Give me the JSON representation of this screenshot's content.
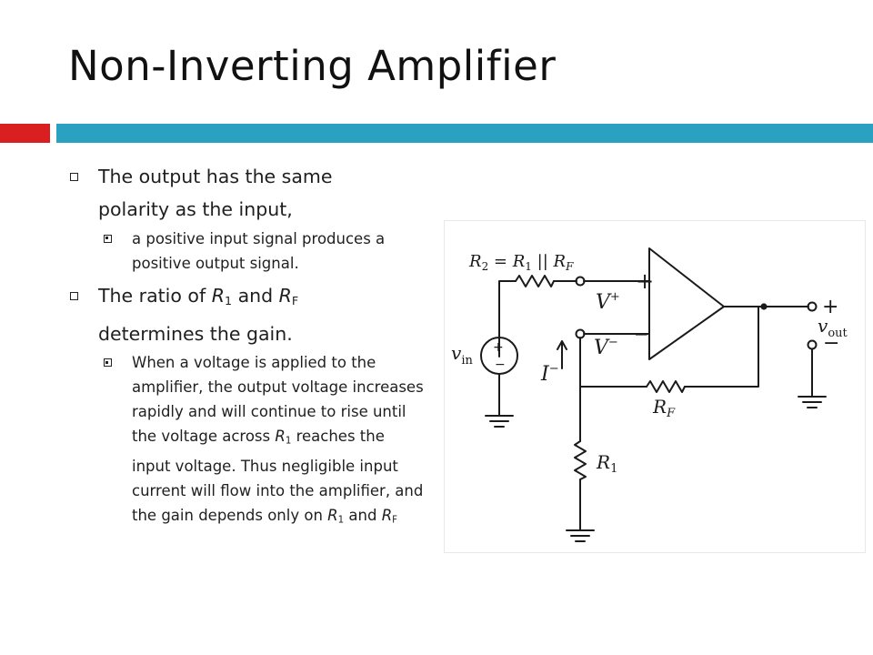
{
  "slide": {
    "title": "Non-Inverting Amplifier",
    "accent_colors": {
      "red": "#d91f1f",
      "blue": "#2aa1c0"
    }
  },
  "bullets": {
    "b1": "The output has the same polarity as the input,",
    "b1_sub": "a positive input signal produces a positive output signal.",
    "b2_pre": "The ratio of ",
    "b2_r1": "R",
    "b2_r1_sub": "1",
    "b2_and": " and ",
    "b2_rf": "R",
    "b2_rf_sub": "F",
    "b2_post": " determines the gain.",
    "b2_sub_pre": "When a voltage is applied to the amplifier, the output voltage increases rapidly and will continue to rise until the voltage across ",
    "b2_sub_r": "R",
    "b2_sub_r_sub": "1",
    "b2_sub_mid": " reaches the input voltage. Thus negligible input current will flow into the amplifier, and the gain depends only on ",
    "b2_sub_r1": "R",
    "b2_sub_r1_sub": "1",
    "b2_sub_and": " and ",
    "b2_sub_rf": "R",
    "b2_sub_rf_sub": "F"
  },
  "circuit": {
    "r2_eq_lhs": "R",
    "r2_eq_lhs_sub": "2",
    "r2_eq_mid": " = ",
    "r2_eq_r1": "R",
    "r2_eq_r1_sub": "1",
    "r2_eq_par": " || ",
    "r2_eq_rf": "R",
    "r2_eq_rf_sub": "F",
    "v_plus": "V",
    "v_plus_sup": "+",
    "v_minus": "V",
    "v_minus_sup": "−",
    "i_minus": "I",
    "i_minus_sup": "−",
    "v_in": "v",
    "v_in_sub": "in",
    "v_out": "v",
    "v_out_sub": "out",
    "rf_label": "R",
    "rf_label_sub": "F",
    "r1_label": "R",
    "r1_label_sub": "1",
    "opamp_plus": "+",
    "opamp_minus": "−",
    "src_plus": "+",
    "src_minus": "−",
    "out_plus": "+",
    "out_minus": "−"
  }
}
